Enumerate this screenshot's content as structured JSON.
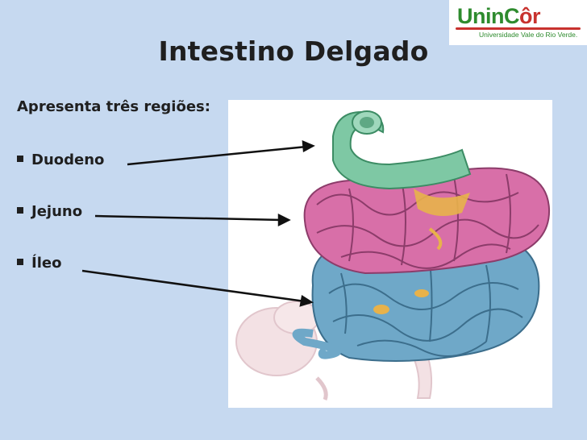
{
  "slide": {
    "title": "Intestino Delgado",
    "intro": "Apresenta três regiões:",
    "bullets": [
      "Duodeno",
      "Jejuno",
      "Íleo"
    ]
  },
  "logo": {
    "name_main": "UninC",
    "name_accent": "ôr",
    "tagline": "Universidade Vale do Rio Verde."
  },
  "illustration": {
    "subject": "small-intestine-anatomy",
    "colors": {
      "duodenum": "#7ec8a4",
      "jejunum": "#d86fa8",
      "ileum": "#6fa8c8",
      "mesentery": "#e8b24a",
      "stomach": "#f0d8dc"
    }
  },
  "theme": {
    "background": "#c6d9f0",
    "text": "#1f1f1f",
    "logo_green": "#2e8b2e",
    "logo_red": "#c8322e"
  }
}
